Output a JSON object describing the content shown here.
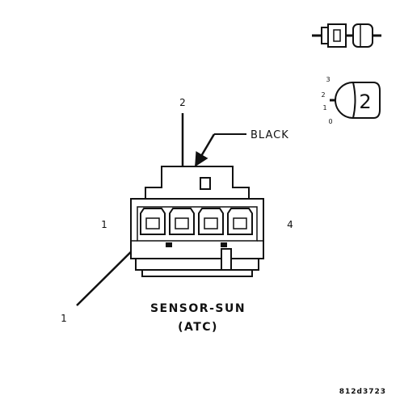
{
  "connector": {
    "color_label": "BLACK",
    "side_left": "1",
    "side_right": "4",
    "title_line1": "SENSOR-SUN",
    "title_line2": "(ATC)"
  },
  "callouts": {
    "pin_top": "2",
    "pin_bottom": "1"
  },
  "key_icon": {
    "position_numbers": [
      "3",
      "2",
      "1",
      "0"
    ],
    "circled_number": "2"
  },
  "figure_id": "812d3723"
}
